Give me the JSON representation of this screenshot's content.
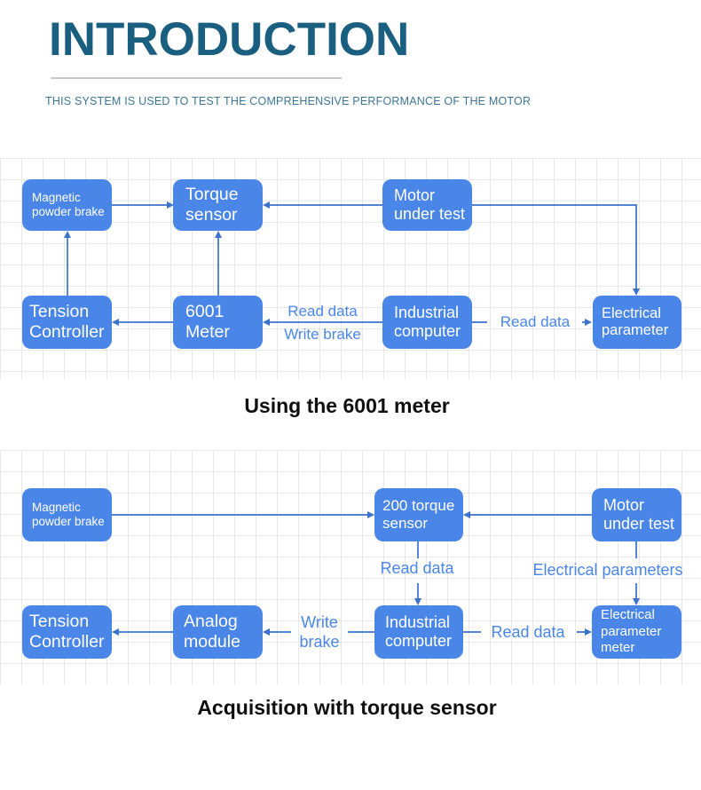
{
  "header": {
    "title": "INTRODUCTION",
    "subtitle": "THIS SYSTEM IS USED TO TEST THE COMPREHENSIVE PERFORMANCE OF THE MOTOR"
  },
  "d1": {
    "caption": "Using the 6001 meter",
    "boxes": {
      "magnetic_powder_brake": [
        "Magnetic",
        "powder brake"
      ],
      "torque_sensor": [
        "Torque",
        "sensor"
      ],
      "motor_under_test": [
        "Motor",
        "under test"
      ],
      "tension_controller": [
        "Tension",
        "Controller"
      ],
      "meter_6001": [
        "6001",
        "Meter"
      ],
      "industrial_computer": [
        "Industrial",
        "computer"
      ],
      "electrical_parameter": [
        "Electrical",
        "parameter"
      ]
    },
    "labels": {
      "read_data_meter": "Read data",
      "write_brake": "Write brake",
      "read_data_parameter": "Read data"
    }
  },
  "d2": {
    "caption": "Acquisition with torque sensor",
    "boxes": {
      "magnetic_powder_brake": [
        "Magnetic",
        "powder brake"
      ],
      "torque_sensor_200": [
        "200 torque",
        "sensor"
      ],
      "motor_under_test": [
        "Motor",
        "under test"
      ],
      "tension_controller": [
        "Tension",
        "Controller"
      ],
      "analog_module": [
        "Analog",
        "module"
      ],
      "industrial_computer": [
        "Industrial",
        "computer"
      ],
      "electrical_parameter_meter": [
        "Electrical",
        "parameter",
        "meter"
      ]
    },
    "labels": {
      "read_data_sensor": "Read data",
      "electrical_parameters": "Electrical parameters",
      "write_brake_line1": "Write",
      "write_brake_line2": "brake",
      "read_data_meter": "Read data"
    }
  },
  "colors": {
    "title_teal": "#1a5f80",
    "subtitle_teal": "#3d7694",
    "box_blue": "#4a86e8",
    "wire_blue": "#3b72cc",
    "label_blue": "#4a86e8",
    "grid_line": "#e8e8e8",
    "underline_gray": "#c9c9c9",
    "caption_black": "#0f0f0f"
  }
}
